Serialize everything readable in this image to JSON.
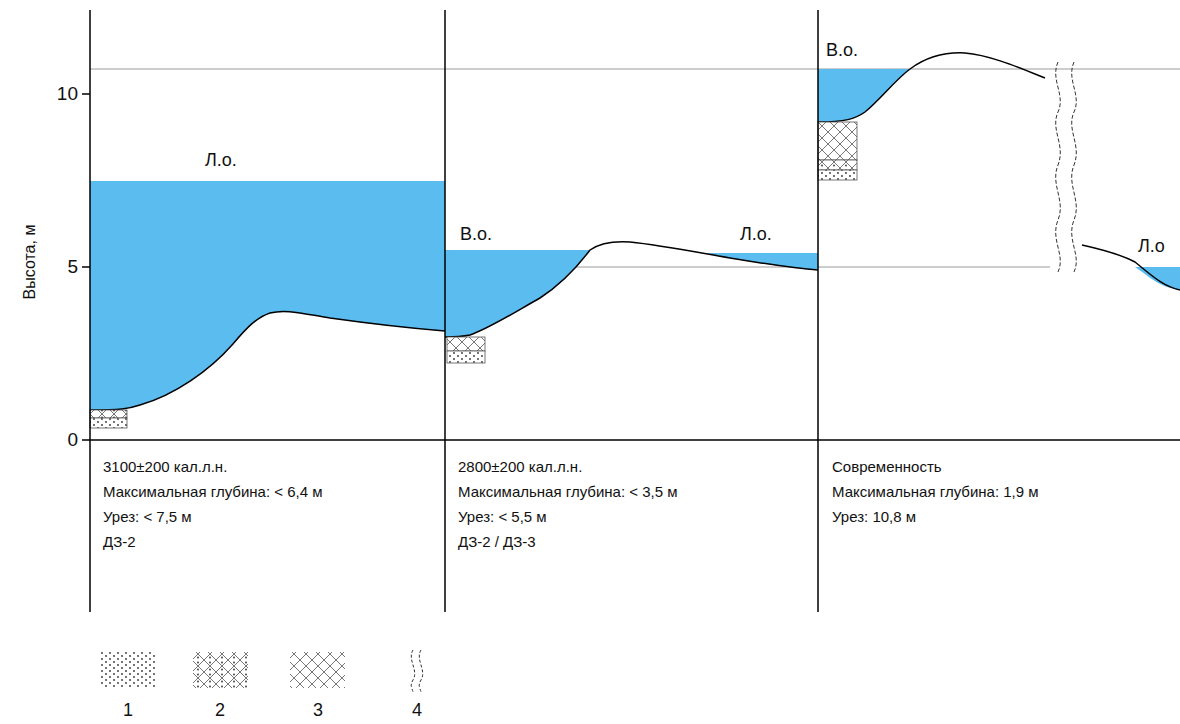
{
  "diagram": {
    "labels": [
      "10",
      "5",
      "0",
      "Высота, м",
      "Л.о.",
      "В.о.",
      "Л.о.",
      "В.о.",
      "Л.о",
      "3100±200 кал.л.н.",
      "Максимальная глубина: < 6,4 м",
      "Урез: < 7,5 м",
      "ДЗ-2",
      "2800±200 кал.л.н.",
      "Максимальная глубина: < 3,5 м",
      "Урез: < 5,5 м",
      "ДЗ-2 / ДЗ-3",
      "Современность",
      "Максимальная глубина: 1,9 м",
      "Урез: 10,8 м"
    ],
    "legend": [
      {
        "text": "1"
      },
      {
        "text": "2"
      },
      {
        "text": "3"
      },
      {
        "text": "4"
      }
    ]
  }
}
